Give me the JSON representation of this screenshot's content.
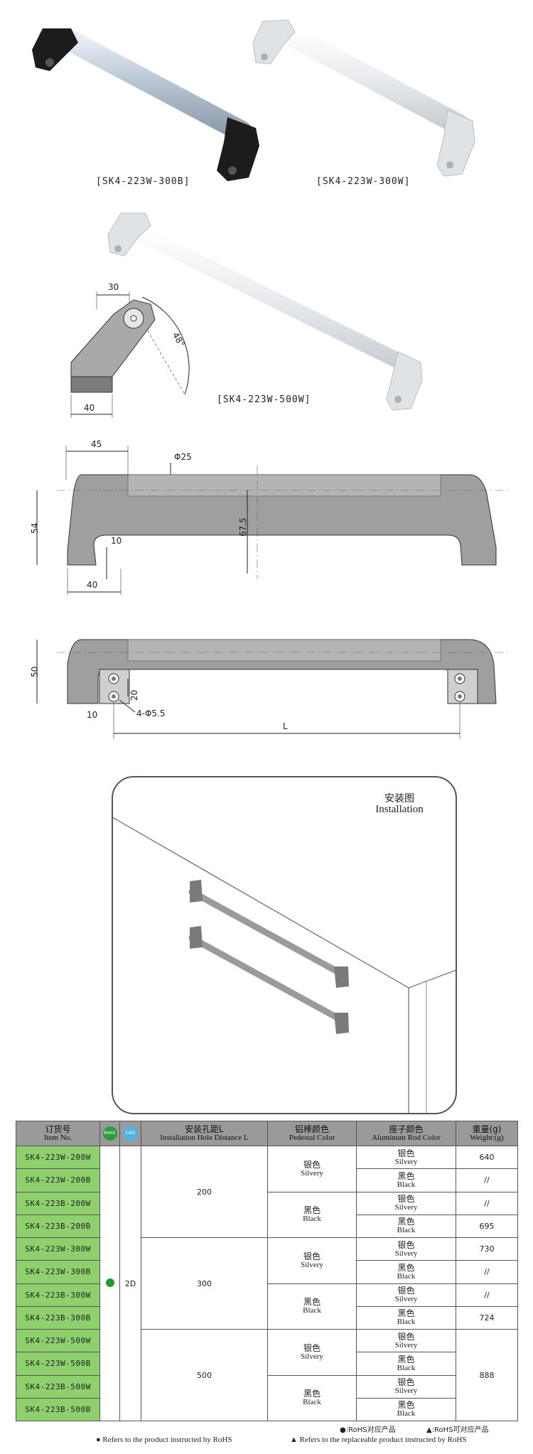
{
  "products": {
    "p1_caption": "[SK4-223W-300B]",
    "p2_caption": "[SK4-223W-300W]",
    "p3_caption": "[SK4-223W-500W]"
  },
  "side_view": {
    "dim_top": "30",
    "dim_bottom": "40",
    "angle": "48°"
  },
  "front_view": {
    "dim_45": "45",
    "dim_phi25": "Φ25",
    "dim_54": "54",
    "dim_67_5": "67.5",
    "dim_10": "10",
    "dim_40": "40"
  },
  "bottom_view": {
    "dim_50": "50",
    "dim_20": "20",
    "dim_10": "10",
    "dim_holes": "4-Φ5.5",
    "dim_L": "L"
  },
  "installation": {
    "title_cn": "安装图",
    "title_en": "Installation"
  },
  "table": {
    "headers": {
      "item_cn": "订货号",
      "item_en": "Item No.",
      "rohs_icon": "RoHS",
      "cad_icon": "CAD",
      "dist_cn": "安装孔距L",
      "dist_en": "Installation  Hole Distance L",
      "pedestal_cn": "铝棒颜色",
      "pedestal_en": "Pedestal Color",
      "rod_cn": "座子颜色",
      "rod_en": "Aluminum Rod Color",
      "weight_cn": "重量(g)",
      "weight_en": "Weight:(g)"
    },
    "cad_value": "2D",
    "rows": [
      {
        "item": "SK4-223W-200W",
        "rod_cn": "银色",
        "rod_en": "Silvery",
        "weight": "640"
      },
      {
        "item": "SK4-223W-200B",
        "rod_cn": "黑色",
        "rod_en": "Black",
        "weight": "//"
      },
      {
        "item": "SK4-223B-200W",
        "rod_cn": "银色",
        "rod_en": "Silvery",
        "weight": "//"
      },
      {
        "item": "SK4-223B-200B",
        "rod_cn": "黑色",
        "rod_en": "Black",
        "weight": "695"
      },
      {
        "item": "SK4-223W-300W",
        "rod_cn": "银色",
        "rod_en": "Silvery",
        "weight": "730"
      },
      {
        "item": "SK4-223W-300B",
        "rod_cn": "黑色",
        "rod_en": "Black",
        "weight": "//"
      },
      {
        "item": "SK4-223B-300W",
        "rod_cn": "银色",
        "rod_en": "Silvery",
        "weight": "//"
      },
      {
        "item": "SK4-223B-300B",
        "rod_cn": "黑色",
        "rod_en": "Black",
        "weight": "724"
      },
      {
        "item": "SK4-223W-500W",
        "rod_cn": "银色",
        "rod_en": "Silvery"
      },
      {
        "item": "SK4-223W-500B",
        "rod_cn": "黑色",
        "rod_en": "Black"
      },
      {
        "item": "SK4-223B-500W",
        "rod_cn": "银色",
        "rod_en": "Silvery"
      },
      {
        "item": "SK4-223B-500B",
        "rod_cn": "黑色",
        "rod_en": "Black"
      }
    ],
    "distances": [
      "200",
      "300",
      "500"
    ],
    "pedestal": [
      {
        "cn": "银色",
        "en": "Silvery"
      },
      {
        "cn": "黑色",
        "en": "Black"
      },
      {
        "cn": "银色",
        "en": "Silvery"
      },
      {
        "cn": "黑色",
        "en": "Black"
      },
      {
        "cn": "银色",
        "en": "Silvery"
      },
      {
        "cn": "黑色",
        "en": "Black"
      }
    ],
    "weight_500": "888"
  },
  "legend": {
    "rohs_note_cn": "●:RoHS对应产品",
    "rohs_replace_note_cn": "▲:RoHS可对应产品",
    "rohs_note_en": "● Refers to the product instructed by RoHS",
    "rohs_replace_note_en": "▲ Refers to the replaceable product instructed by RoHS"
  }
}
